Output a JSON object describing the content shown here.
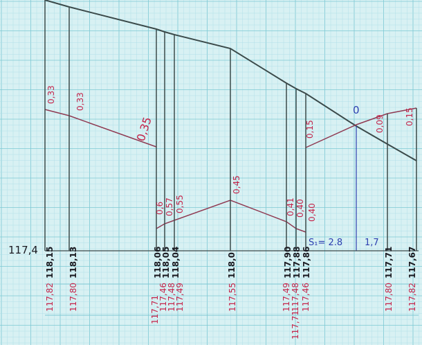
{
  "colors": {
    "paper": "#d8f1f3",
    "grid_minor": "#a9dde4",
    "grid_major": "#7cc8d3",
    "ground_line": "#3b4a4a",
    "grade_line": "#8f3a52",
    "ink_black": "#1b1b22",
    "ink_red": "#c4244a",
    "ink_blue": "#2c3fb0"
  },
  "datum": {
    "label": "117,4"
  },
  "ground_elevations": [
    "118,15",
    "118,13",
    "118,06",
    "118,05",
    "118,04",
    "118,0",
    "117,90",
    "117,88",
    "117,86",
    "117,71",
    "117,67"
  ],
  "design_elevations": [
    "117,82",
    "117,80",
    "117,71",
    "117,46",
    "117,48",
    "117,49",
    "117,55",
    "117,49",
    "117,48",
    "117,71",
    "117,46",
    "117,80",
    "117,82"
  ],
  "depth_labels": [
    "0,33",
    "0,33",
    "0,35",
    "0,6",
    "0,57",
    "0,55",
    "0,45",
    "0,41",
    "0,40",
    "0,40",
    "0,15",
    "0,09",
    "0,15"
  ],
  "zero_point": {
    "label": "0"
  },
  "distances": {
    "left": "S₁= 2.8",
    "right": "1,7"
  }
}
